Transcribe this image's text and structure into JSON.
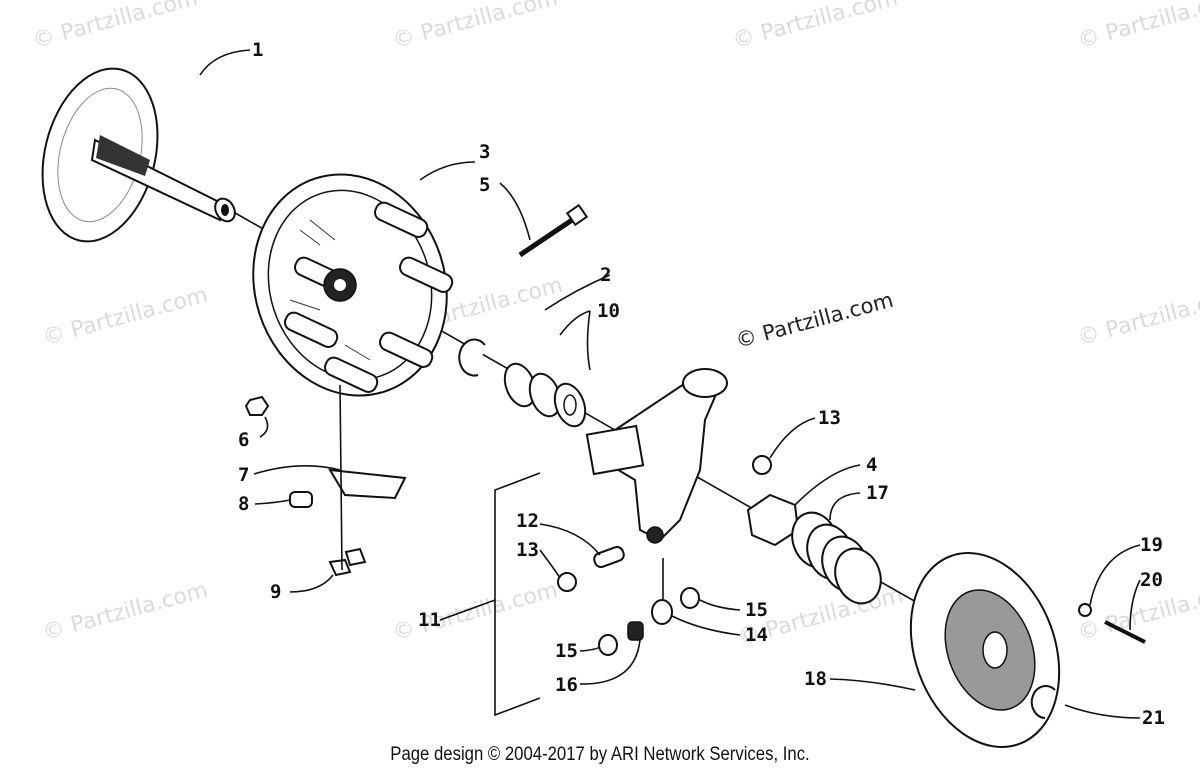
{
  "watermark": "© Partzilla.com",
  "footer": "Page design © 2004-2017 by ARI Network Services, Inc.",
  "callouts": [
    {
      "id": "1",
      "label": "1"
    },
    {
      "id": "2",
      "label": "2"
    },
    {
      "id": "3",
      "label": "3"
    },
    {
      "id": "4",
      "label": "4"
    },
    {
      "id": "5",
      "label": "5"
    },
    {
      "id": "6",
      "label": "6"
    },
    {
      "id": "7",
      "label": "7"
    },
    {
      "id": "8",
      "label": "8"
    },
    {
      "id": "9",
      "label": "9"
    },
    {
      "id": "10",
      "label": "10"
    },
    {
      "id": "11",
      "label": "11"
    },
    {
      "id": "12",
      "label": "12"
    },
    {
      "id": "13a",
      "label": "13"
    },
    {
      "id": "13b",
      "label": "13"
    },
    {
      "id": "14",
      "label": "14"
    },
    {
      "id": "15a",
      "label": "15"
    },
    {
      "id": "15b",
      "label": "15"
    },
    {
      "id": "16",
      "label": "16"
    },
    {
      "id": "17",
      "label": "17"
    },
    {
      "id": "18",
      "label": "18"
    },
    {
      "id": "19",
      "label": "19"
    },
    {
      "id": "20",
      "label": "20"
    },
    {
      "id": "21",
      "label": "21"
    }
  ]
}
